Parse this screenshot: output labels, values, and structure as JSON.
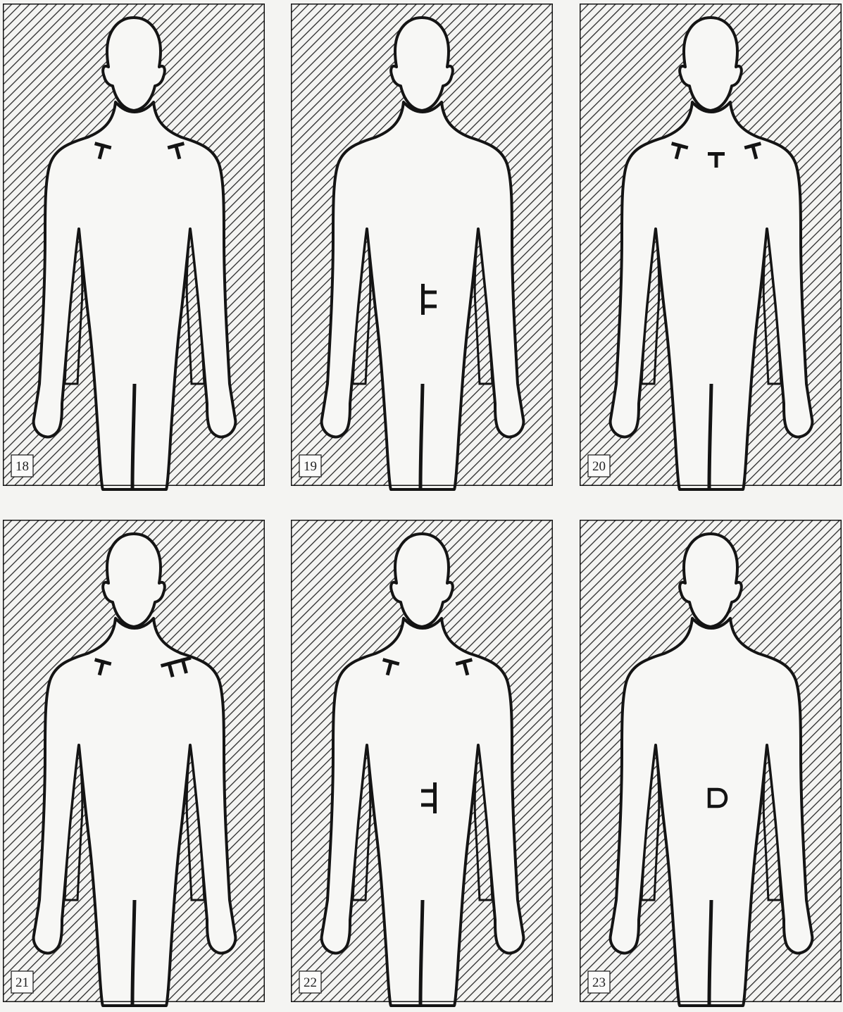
{
  "panels": [
    {
      "number": "18",
      "marks": [
        {
          "glyph": "T",
          "where": "left-clavicle"
        },
        {
          "glyph": "T",
          "where": "right-clavicle"
        }
      ]
    },
    {
      "number": "19",
      "marks": [
        {
          "glyph": "TT",
          "where": "abdomen-rotated"
        }
      ]
    },
    {
      "number": "20",
      "marks": [
        {
          "glyph": "T",
          "where": "left-clavicle"
        },
        {
          "glyph": "T",
          "where": "sternum"
        },
        {
          "glyph": "T",
          "where": "right-clavicle"
        }
      ]
    },
    {
      "number": "21",
      "marks": [
        {
          "glyph": "T",
          "where": "left-clavicle"
        },
        {
          "glyph": "TT",
          "where": "right-clavicle"
        }
      ]
    },
    {
      "number": "22",
      "marks": [
        {
          "glyph": "T",
          "where": "left-clavicle"
        },
        {
          "glyph": "T",
          "where": "right-clavicle"
        },
        {
          "glyph": "TT",
          "where": "chest-rotated"
        }
      ]
    },
    {
      "number": "23",
      "marks": [
        {
          "glyph": "D",
          "where": "abdomen"
        }
      ]
    }
  ],
  "colors": {
    "ink": "#141414",
    "hatch": "#2a2a2a",
    "paper": "#f4f4f2",
    "body_fill": "#f7f7f5"
  }
}
